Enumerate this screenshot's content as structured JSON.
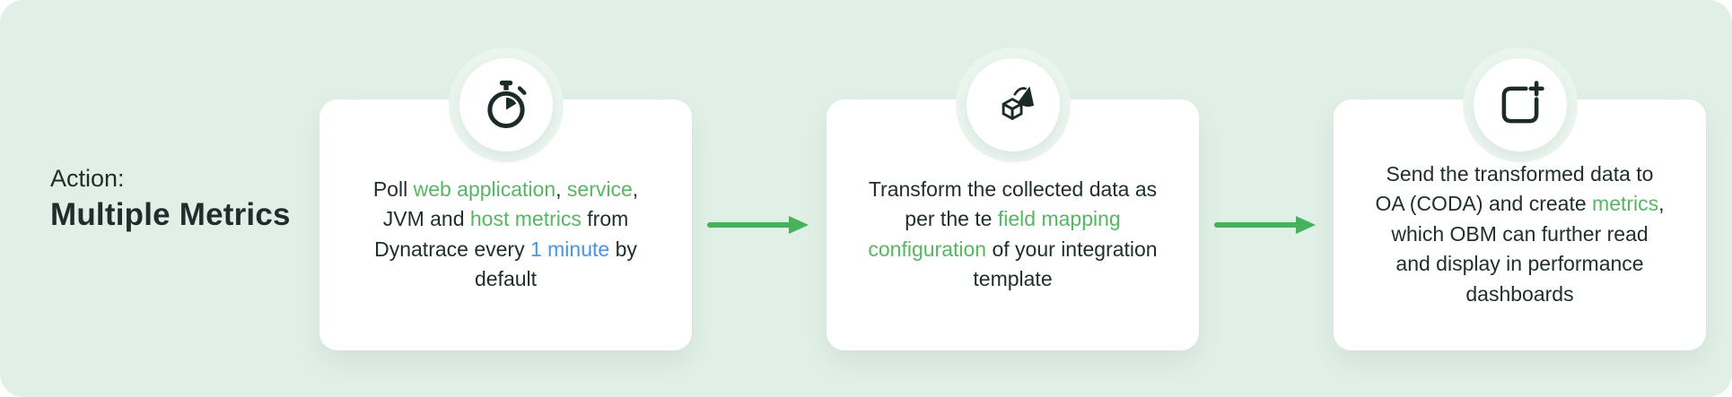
{
  "colors": {
    "background": "#e1f0e6",
    "card": "#ffffff",
    "dark": "#1f2e2c",
    "green": "#56b664",
    "blue": "#4a94e0",
    "arrow": "#47b15b",
    "halo": "#eaf5ee",
    "icon": "#1c2b29"
  },
  "header": {
    "label": "Action:",
    "title": "Multiple Metrics"
  },
  "cards": [
    {
      "icon": "stopwatch-icon",
      "segments": [
        {
          "text": "Poll ",
          "color": "dark"
        },
        {
          "text": "web application",
          "color": "green"
        },
        {
          "text": ", ",
          "color": "dark"
        },
        {
          "text": "service",
          "color": "green"
        },
        {
          "text": ", JVM and ",
          "color": "dark"
        },
        {
          "text": "host metrics",
          "color": "green"
        },
        {
          "text": " from Dynatrace every ",
          "color": "dark"
        },
        {
          "text": "1 minute",
          "color": "blue"
        },
        {
          "text": " by default",
          "color": "dark"
        }
      ]
    },
    {
      "icon": "transform-shapes-icon",
      "segments": [
        {
          "text": "Transform the collected data as per the te ",
          "color": "dark"
        },
        {
          "text": "field mapping configuration",
          "color": "green"
        },
        {
          "text": " of your integration template",
          "color": "dark"
        }
      ]
    },
    {
      "icon": "send-create-icon",
      "segments": [
        {
          "text": "Send the transformed data to OA (CODA) and create ",
          "color": "dark"
        },
        {
          "text": "metrics",
          "color": "green"
        },
        {
          "text": ", which OBM can further read and display in performance dashboards",
          "color": "dark"
        }
      ]
    }
  ]
}
